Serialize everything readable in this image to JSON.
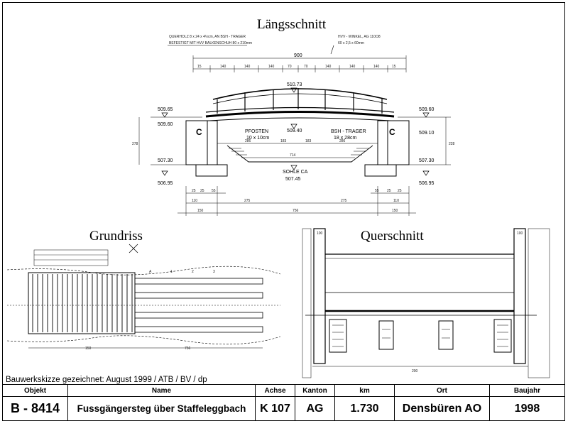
{
  "sections": {
    "laengsschnitt": "Längsschnitt",
    "grundriss": "Grundriss",
    "querschnitt": "Querschnitt"
  },
  "laengsschnitt": {
    "note_left_1": "QUERHOLZ 8 x 24 x 4½cm, AN BSH - TRAGER",
    "note_left_2": "BEFESTIGT MIT HVV BALKENSCHUH 80 x 210mm",
    "note_right_1": "HVV - WINKEL, AG 110O8",
    "note_right_2": "60 x 2,5 x 60mm",
    "span_total": "900",
    "level_top": "510.73",
    "level_left_1": "509.65",
    "level_left_2": "509.60",
    "level_mid": "509.40",
    "level_right_1": "509.60",
    "level_right_2": "509.10",
    "level_left_low_1": "507.30",
    "level_left_low_2": "506.95",
    "level_right_low_1": "507.30",
    "level_right_low_2": "506.95",
    "pfosten_1": "PFOSTEN",
    "pfosten_2": "10 x 10cm",
    "bsh_1": "BSH - TRAGER",
    "bsh_2": "18 x 28cm",
    "sohle_1": "SOHLE CA",
    "sohle_2": "507.45",
    "marker_c": "C",
    "dim_bottom": "756",
    "dim_left": "150",
    "dim_right": "150"
  },
  "caption": "Bauwerkskizze gezeichnet: August 1999 / ATB / BV / dp",
  "titleblock": {
    "headers": [
      "Objekt",
      "Name",
      "Achse",
      "Kanton",
      "km",
      "Ort",
      "Baujahr"
    ],
    "values": [
      "B - 8414",
      "Fussgängersteg über Staffeleggbach",
      "K 107",
      "AG",
      "1.730",
      "Densbüren AO",
      "1998"
    ]
  }
}
